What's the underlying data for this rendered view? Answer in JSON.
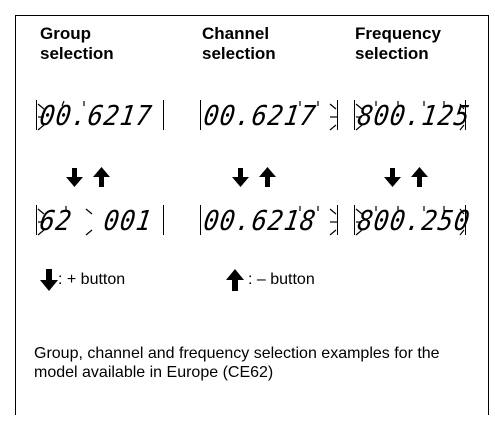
{
  "columns": [
    {
      "title_line1": "Group",
      "title_line2": "selection"
    },
    {
      "title_line1": "Channel",
      "title_line2": "selection"
    },
    {
      "title_line1": "Frequency",
      "title_line2": "selection"
    }
  ],
  "displays": {
    "group_top": "00.6217",
    "channel_top": "00.6217",
    "freq_top": "800.125",
    "group_bottom": "62  001",
    "channel_bottom": "00.6218",
    "freq_bottom": "800.250"
  },
  "legend": {
    "plus": ": + button",
    "minus": ": – button"
  },
  "caption": "Group, channel and frequency selection examples for the model available in Europe (CE62)",
  "icons": {
    "down": "arrow-down-icon",
    "up": "arrow-up-icon"
  }
}
